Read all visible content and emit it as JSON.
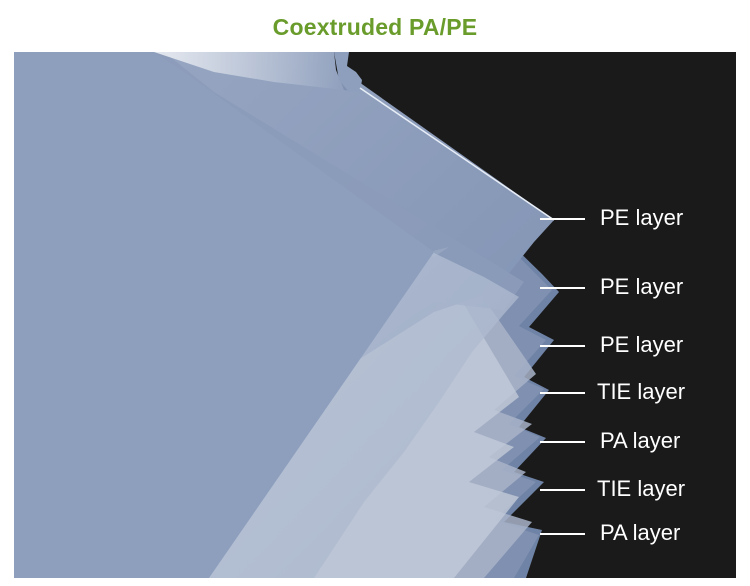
{
  "title": "Coextruded PA/PE",
  "colors": {
    "title": "#6a9c2c",
    "background": "#1a1a1a",
    "film": "#8e9fbd",
    "label": "#ffffff"
  },
  "layers": [
    {
      "label": "PE layer"
    },
    {
      "label": "PE layer"
    },
    {
      "label": "PE layer"
    },
    {
      "label": "TIE layer"
    },
    {
      "label": "PA layer"
    },
    {
      "label": "TIE layer"
    },
    {
      "label": "PA layer"
    }
  ]
}
